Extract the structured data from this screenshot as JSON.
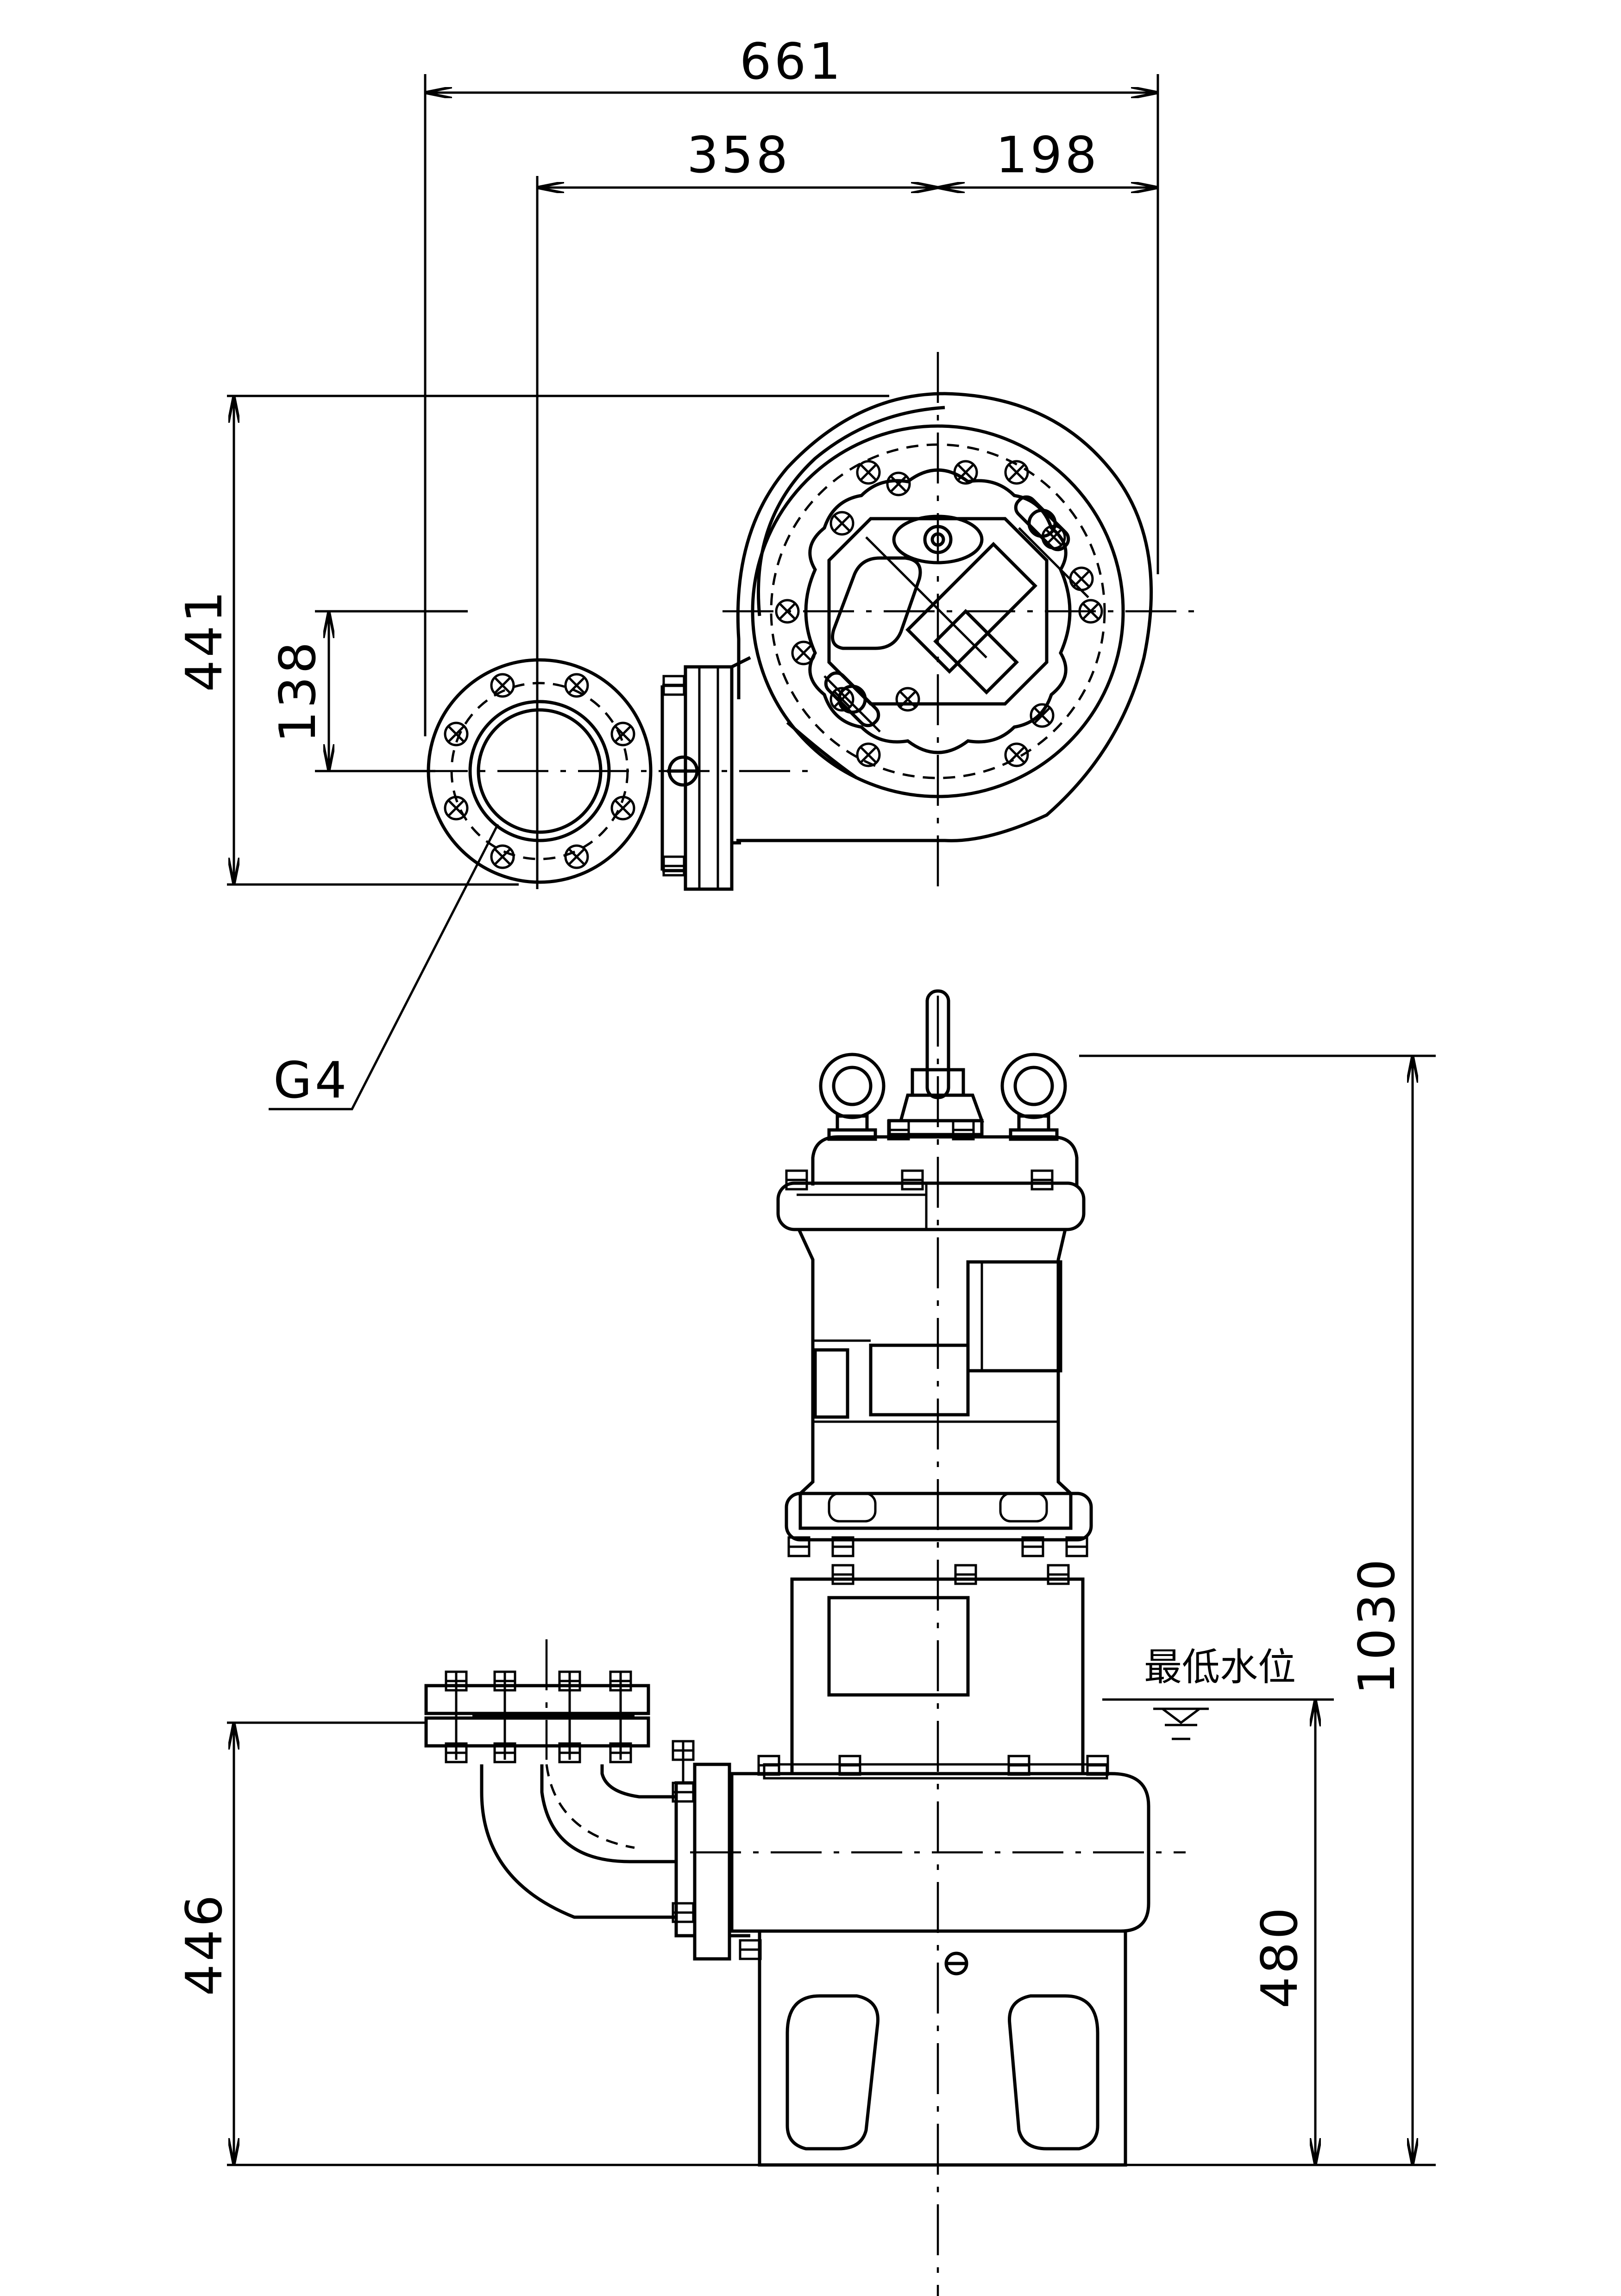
{
  "drawing": {
    "top_view": {
      "dim_overall_width": "661",
      "dim_discharge_offset": "358",
      "dim_center_to_edge": "198",
      "dim_depth": "441",
      "dim_discharge_y_offset": "138",
      "discharge_callout": "G4"
    },
    "side_view": {
      "dim_total_height": "1030",
      "dim_min_water_level": "480",
      "dim_discharge_height": "446",
      "min_water_level_label": "最低水位"
    }
  }
}
